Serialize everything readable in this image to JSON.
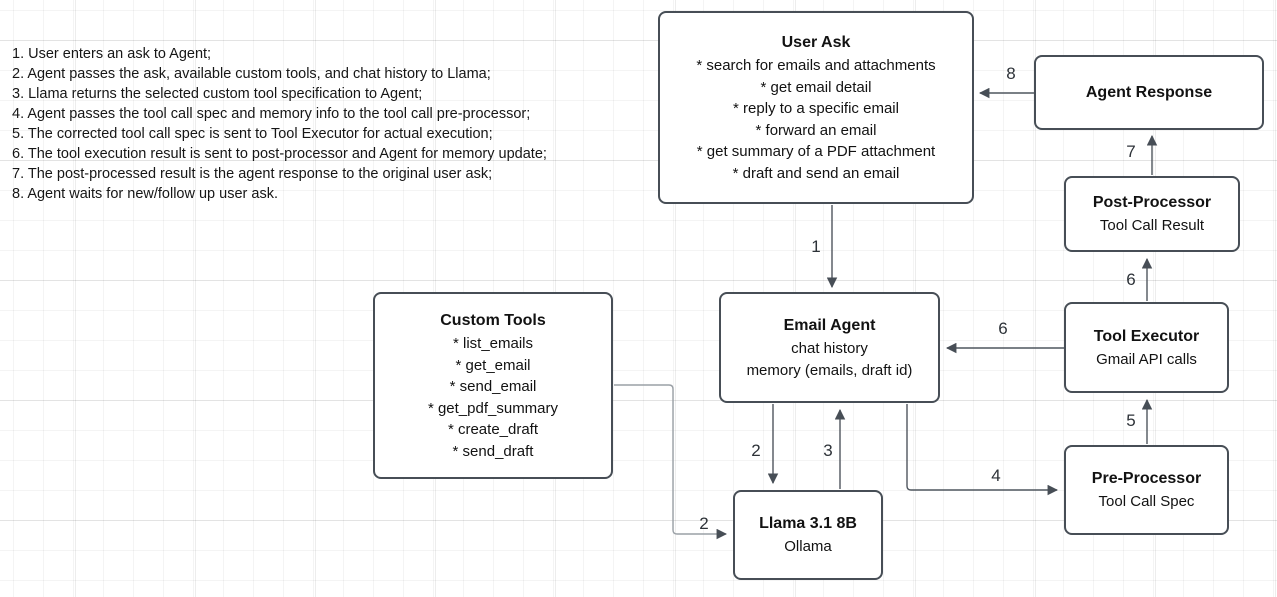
{
  "notes": {
    "items": [
      "1. User enters an ask to Agent;",
      "2. Agent passes the ask, available custom tools, and chat history to Llama;",
      "3. Llama returns the selected custom tool specification to Agent;",
      "4. Agent passes the tool call spec and memory info to the tool call pre-processor;",
      "5. The corrected tool call spec is sent to Tool Executor for actual execution;",
      "6. The tool execution result is sent to post-processor and Agent for memory update;",
      "7. The post-processed result is the agent response to the original user ask;",
      "8. Agent waits for new/follow up user ask."
    ]
  },
  "boxes": {
    "user_ask": {
      "title": "User Ask",
      "items": [
        "* search for emails and attachments",
        "* get email detail",
        "* reply to a specific email",
        "* forward an email",
        "* get summary of a PDF attachment",
        "* draft and send an email"
      ]
    },
    "agent_response": {
      "title": "Agent Response"
    },
    "post_processor": {
      "title": "Post-Processor",
      "subtitle": "Tool Call Result"
    },
    "tool_executor": {
      "title": "Tool Executor",
      "subtitle": "Gmail API calls"
    },
    "pre_processor": {
      "title": "Pre-Processor",
      "subtitle": "Tool Call Spec"
    },
    "email_agent": {
      "title": "Email Agent",
      "lines": [
        "chat history",
        "memory (emails, draft id)"
      ]
    },
    "custom_tools": {
      "title": "Custom Tools",
      "items": [
        "* list_emails",
        "* get_email",
        "* send_email",
        "* get_pdf_summary",
        "* create_draft",
        "* send_draft"
      ]
    },
    "llama": {
      "title": "Llama 3.1 8B",
      "subtitle": "Ollama"
    }
  },
  "edges": {
    "user_ask_to_email_agent": {
      "label": "1"
    },
    "email_agent_to_llama": {
      "label": "2"
    },
    "llama_to_email_agent": {
      "label": "3"
    },
    "custom_tools_to_llama": {
      "label": "2"
    },
    "email_agent_to_pre_processor": {
      "label": "4"
    },
    "pre_processor_to_tool_executor": {
      "label": "5"
    },
    "tool_executor_to_email_agent": {
      "label": "6"
    },
    "tool_executor_to_post_processor": {
      "label": "6"
    },
    "post_processor_to_agent_response": {
      "label": "7"
    },
    "agent_response_to_user_ask": {
      "label": "8"
    }
  },
  "colors": {
    "node_border": "#474e56",
    "edge": "#4f565e",
    "edge_light": "#9aa0a6",
    "text": "#111111"
  }
}
